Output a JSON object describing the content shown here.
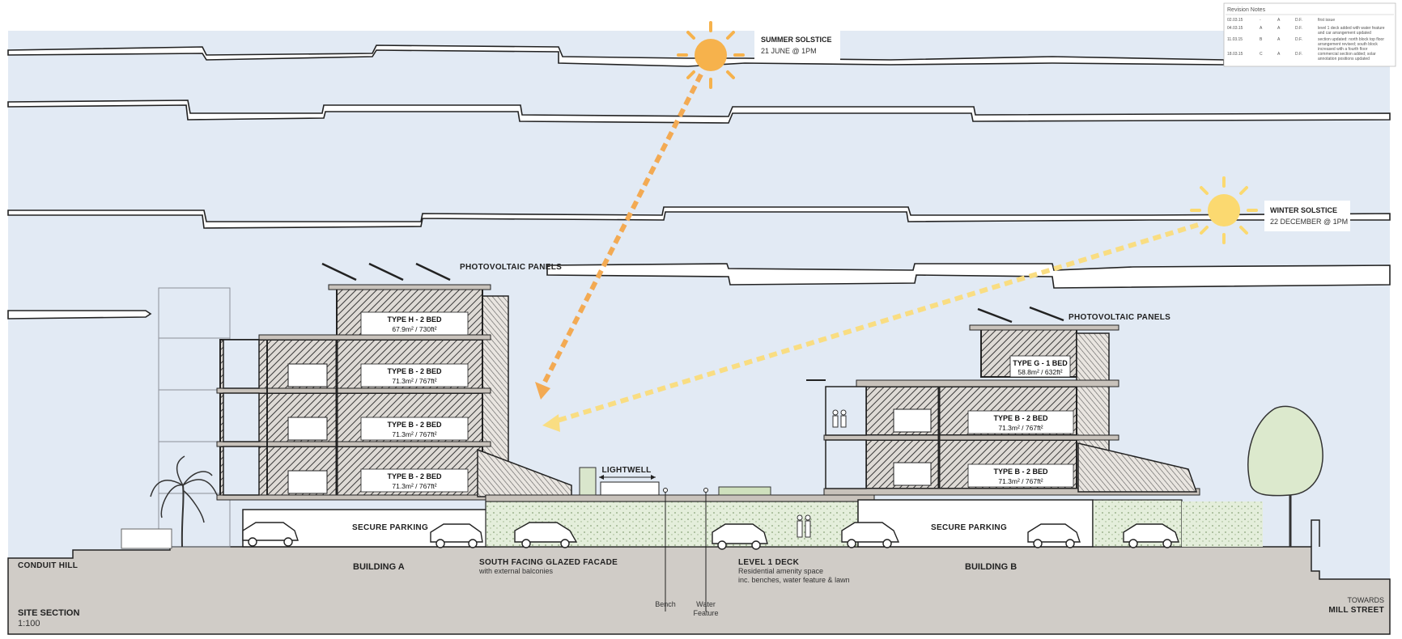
{
  "revision_notes": {
    "title": "Revision Notes",
    "rows": [
      {
        "date": "02.03.15",
        "rev": "-",
        "by": "A",
        "chk": "D.F.",
        "note": "first issue"
      },
      {
        "date": "04.03.15",
        "rev": "A",
        "by": "A",
        "chk": "D.F.",
        "note": "level 1 deck added with water feature and car arrangement updated"
      },
      {
        "date": "11.03.15",
        "rev": "B",
        "by": "A",
        "chk": "D.F.",
        "note": "section updated: north block top floor arrangement revised; south block increased with a fourth floor"
      },
      {
        "date": "18.03.15",
        "rev": "C",
        "by": "A",
        "chk": "D.F.",
        "note": "commercial section added; solar annotation positions updated"
      }
    ]
  },
  "sun": {
    "summer": {
      "title": "SUMMER SOLSTICE",
      "subtitle": "21 JUNE @ 1PM"
    },
    "winter": {
      "title": "WINTER SOLSTICE",
      "subtitle": "22 DECEMBER @ 1PM"
    }
  },
  "labels": {
    "pv_a": "PHOTOVOLTAIC PANELS",
    "pv_b": "PHOTOVOLTAIC PANELS",
    "lightwell": "LIGHTWELL",
    "parking_a": "SECURE PARKING",
    "parking_b": "SECURE PARKING",
    "conduit_hill": "CONDUIT HILL",
    "building_a": "BUILDING A",
    "building_b": "BUILDING B",
    "facade_title": "SOUTH FACING GLAZED FACADE",
    "facade_sub": "with external balconies",
    "deck_title": "LEVEL 1 DECK",
    "deck_sub1": "Residential amenity space",
    "deck_sub2": "inc. benches, water feature & lawn",
    "bench": "Bench",
    "water1": "Water",
    "water2": "Feature",
    "towards1": "TOWARDS",
    "towards2": "MILL STREET",
    "site_section": "SITE SECTION",
    "scale": "1:100"
  },
  "units_a": [
    {
      "type": "TYPE H - 2 BED",
      "area": "67.9m² / 730ft²"
    },
    {
      "type": "TYPE B - 2 BED",
      "area": "71.3m² / 767ft²"
    },
    {
      "type": "TYPE B - 2 BED",
      "area": "71.3m² / 767ft²"
    },
    {
      "type": "TYPE B - 2 BED",
      "area": "71.3m² / 767ft²"
    }
  ],
  "units_b": [
    {
      "type": "TYPE G - 1 BED",
      "area": "58.8m² / 632ft²"
    },
    {
      "type": "TYPE B - 2 BED",
      "area": "71.3m² / 767ft²"
    },
    {
      "type": "TYPE B - 2 BED",
      "area": "71.3m² / 767ft²"
    }
  ],
  "colors": {
    "sky": "#e2eaf4",
    "ground": "#d0ccc7",
    "summer_sun": "#f6b24c",
    "winter_sun": "#fbd970",
    "summer_ray": "#f3aa53",
    "winter_ray": "#f9dd82",
    "lawn": "#e1ecd7",
    "slab": "#c8c2bb"
  },
  "icons": [
    "summer-sun-icon",
    "winter-sun-icon",
    "tree-icon",
    "palm-tree-icon",
    "car-icon",
    "person-icon"
  ]
}
